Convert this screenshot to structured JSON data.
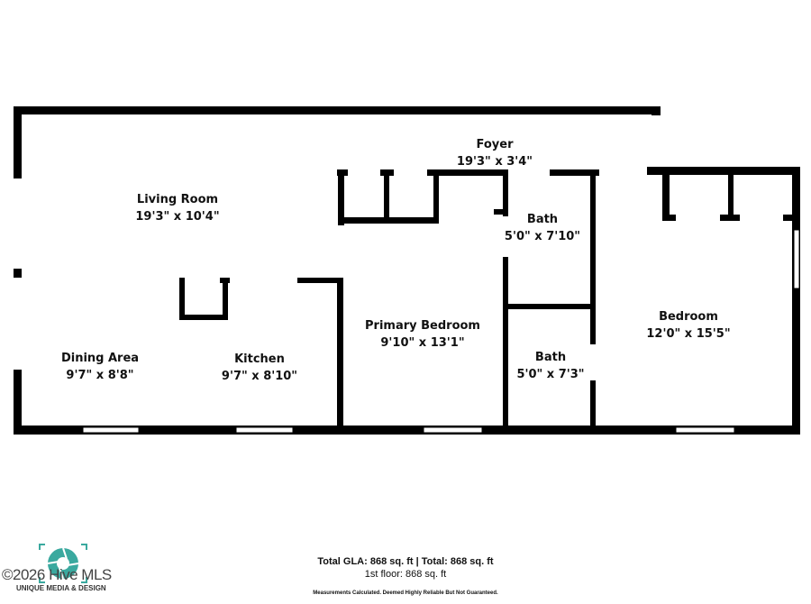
{
  "rooms": {
    "foyer": {
      "name": "Foyer",
      "size": "19'3\" x 3'4\""
    },
    "living": {
      "name": "Living Room",
      "size": "19'3\" x 10'4\""
    },
    "dining": {
      "name": "Dining Area",
      "size": "9'7\" x 8'8\""
    },
    "kitchen": {
      "name": "Kitchen",
      "size": "9'7\" x 8'10\""
    },
    "primary": {
      "name": "Primary Bedroom",
      "size": "9'10\" x 13'1\""
    },
    "bath1": {
      "name": "Bath",
      "size": "5'0\" x 7'10\""
    },
    "bath2": {
      "name": "Bath",
      "size": "5'0\" x 7'3\""
    },
    "bedroom": {
      "name": "Bedroom",
      "size": "12'0\" x 15'5\""
    }
  },
  "footer": {
    "totals": "Total GLA: 868 sq. ft | Total: 868 sq. ft",
    "floor": "1st floor: 868 sq. ft",
    "disclaimer": "Measurements Calculated. Deemed Highly Reliable But Not Guaranteed."
  },
  "logo": {
    "brand": "UNIQUE MEDIA & DESIGN",
    "watermark": "©2026 Hive MLS",
    "color": "#3aa99f"
  },
  "colors": {
    "wall": "#000000",
    "background": "#ffffff"
  }
}
